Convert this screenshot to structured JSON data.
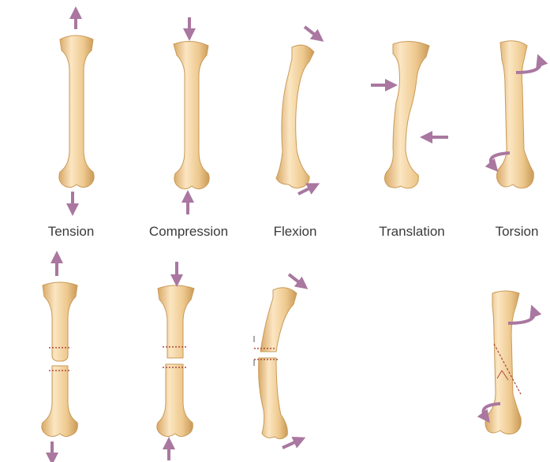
{
  "labels": {
    "tension": "Tension",
    "compression": "Compression",
    "flexion": "Flexion",
    "translation": "Translation",
    "torsion": "Torsion"
  },
  "colors": {
    "arrow": "#a9779f",
    "bone_light": "#fbe6c2",
    "bone_mid": "#eec98f",
    "bone_dark": "#c99a57",
    "fracture": "#b0483c",
    "label_text": "#3a3a3a"
  },
  "rows": [
    {
      "row": "load",
      "panels": [
        "tension",
        "compression",
        "flexion",
        "translation",
        "torsion"
      ]
    },
    {
      "row": "fracture",
      "panels": [
        "tension",
        "compression",
        "flexion",
        "torsion"
      ]
    }
  ]
}
